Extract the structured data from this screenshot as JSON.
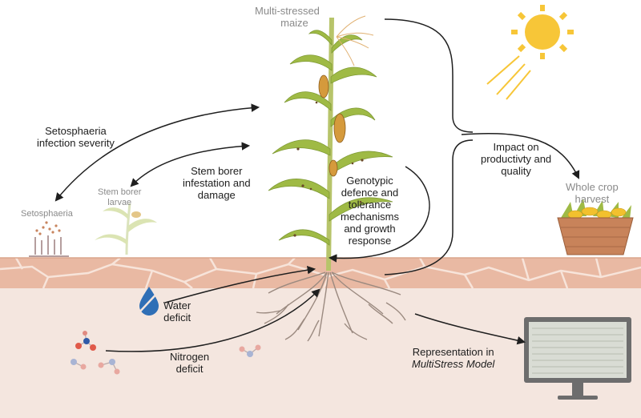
{
  "labels": {
    "maize": [
      "Multi-stressed",
      "maize"
    ],
    "setosphaeria_severity": [
      "Setosphaeria",
      "infection severity"
    ],
    "stem_borer_infestation": [
      "Stem borer",
      "infestation and",
      "damage"
    ],
    "stem_borer_larvae": [
      "Stem borer",
      "larvae"
    ],
    "setosphaeria": "Setosphaeria",
    "genotypic": [
      "Genotypic",
      "defence and",
      "tolerance",
      "mechanisms",
      "and growth",
      "response"
    ],
    "impact": [
      "Impact on",
      "productivty and",
      "quality"
    ],
    "harvest": [
      "Whole crop",
      "harvest"
    ],
    "water": [
      "Water",
      "deficit"
    ],
    "nitrogen": [
      "Nitrogen",
      "deficit"
    ],
    "representation": "Representation in",
    "model": "MultiStress Model"
  },
  "icons": {
    "sun": "sun-icon",
    "maize": "maize-plant-icon",
    "larvae_plant": "young-maize-icon",
    "fungus": "fungus-icon",
    "basket": "harvest-basket-icon",
    "water": "water-drop-icon",
    "molecules": "molecule-icon",
    "monitor": "computer-monitor-icon"
  },
  "colors": {
    "soil_background": "#f4e6df",
    "soil_crust": "#e9b9a3",
    "leaf": "#9fba45",
    "sun": "#f7c638",
    "arrow": "#1f1f1f",
    "basket": "#c8835a",
    "monitor_frame": "#6d6d6d"
  }
}
